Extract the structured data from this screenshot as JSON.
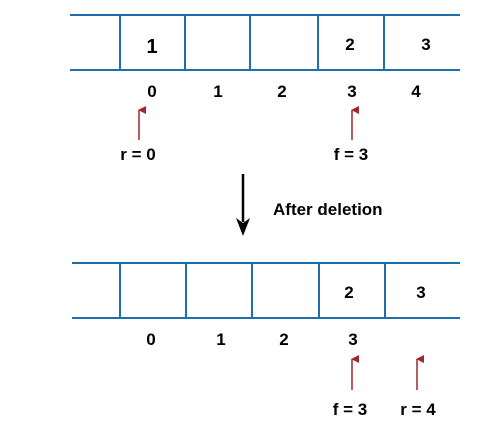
{
  "colors": {
    "cell_border": "#1f6fb0",
    "pointer_arrow": "#a0282c",
    "flow_arrow": "#000000",
    "text": "#000000"
  },
  "top_queue": {
    "cells": [
      "",
      "1",
      "",
      "",
      "2",
      "3"
    ],
    "indices": [
      "0",
      "1",
      "2",
      "3",
      "4"
    ],
    "pointers": [
      {
        "label": "r = 0",
        "index": 0
      },
      {
        "label": "f = 3",
        "index": 3
      }
    ]
  },
  "transition": {
    "label": "After deletion"
  },
  "bottom_queue": {
    "cells": [
      "",
      "",
      "",
      "",
      "2",
      "3"
    ],
    "indices": [
      "0",
      "1",
      "2",
      "3"
    ],
    "pointers": [
      {
        "label": "f = 3",
        "index": 3
      },
      {
        "label": "r = 4",
        "index": 4
      }
    ]
  }
}
